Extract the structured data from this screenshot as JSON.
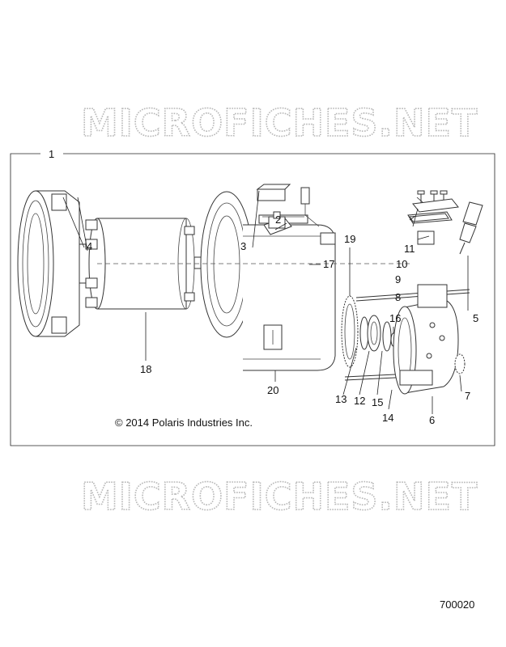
{
  "watermark": {
    "top_text": "MICROFICHES.NET",
    "bottom_text": "MICROFICHES.NET"
  },
  "frame": {
    "assembly_label": "1"
  },
  "callouts": {
    "c2": "2",
    "c3": "3",
    "c4": "4",
    "c5": "5",
    "c6": "6",
    "c7": "7",
    "c8": "8",
    "c9": "9",
    "c10": "10",
    "c11": "11",
    "c12": "12",
    "c13": "13",
    "c14": "14",
    "c15": "15",
    "c16": "16",
    "c17": "17",
    "c18": "18",
    "c19": "19",
    "c20": "20"
  },
  "copyright": "© 2014 Polaris Industries Inc.",
  "figure_number": "700020"
}
